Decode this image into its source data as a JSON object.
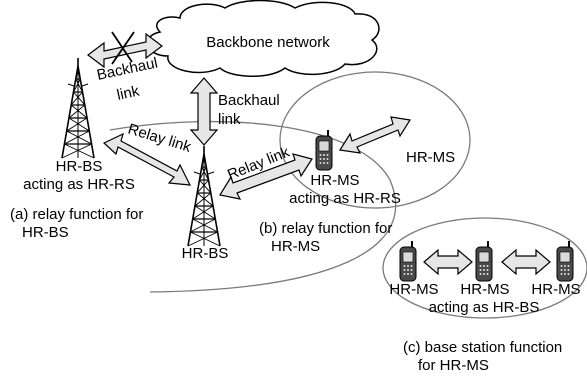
{
  "cloud_label": "Backbone network",
  "labels": {
    "backhaul_left_1": "Backhaul",
    "backhaul_left_2": "link",
    "backhaul_center_1": "Backhaul",
    "backhaul_center_2": "link",
    "relay_link_left": "Relay link",
    "relay_link_right": "Relay link",
    "hr_bs_relay_1": "HR-BS",
    "hr_bs_relay_2": "acting as HR-RS",
    "hr_bs_center": "HR-BS",
    "hr_ms_relay_1": "HR-MS",
    "hr_ms_relay_2": "acting as HR-RS",
    "hr_ms_top": "HR-MS",
    "hr_ms_bottom_left": "HR-MS",
    "hr_ms_bottom_center": "HR-MS",
    "hr_ms_bottom_center_2": "acting as HR-BS",
    "hr_ms_bottom_right": "HR-MS"
  },
  "captions": {
    "a_1": "(a) relay function for",
    "a_2": "HR-BS",
    "b_1": "(b) relay function for",
    "b_2": "HR-MS",
    "c_1": "(c) base station function",
    "c_2": "for HR-MS"
  },
  "colors": {
    "line": "#000000",
    "arrow_fill": "#e6e6e6",
    "ellipse_stroke": "#7a7a7a",
    "phone_body": "#4a4a4a"
  }
}
